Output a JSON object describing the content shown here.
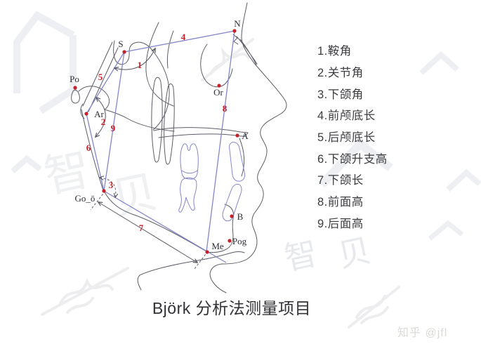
{
  "title": "Björk 分析法测量项目",
  "credit": "知乎 @jfl",
  "colors": {
    "landmark_red": "#c7202a",
    "tracing_blue": "#8486c8",
    "anatomy_gray": "#5c5c66",
    "legend_text": "#3c3c40",
    "title_text": "#323236",
    "watermark_gray": "#edeff3",
    "credit_gray": "#dcdad6"
  },
  "legend": {
    "items": [
      "1.鞍角",
      "2.关节角",
      "3.下颌角",
      "4.前颅底长",
      "5.后颅底长",
      "6.下颌升支高",
      "7.下颌长",
      "8.前面高",
      "9.后面高"
    ]
  },
  "diagram": {
    "landmarks": [
      {
        "label": "S"
      },
      {
        "label": "N"
      },
      {
        "label": "Po"
      },
      {
        "label": "Ar"
      },
      {
        "label": "Or"
      },
      {
        "label": "A"
      },
      {
        "label": "Go_ō"
      },
      {
        "label": "B"
      },
      {
        "label": "Pog"
      },
      {
        "label": "Me"
      }
    ],
    "measure_numbers": [
      "1",
      "2",
      "3",
      "4",
      "5",
      "6",
      "7",
      "8",
      "9"
    ],
    "watermark": {
      "brand_chars": [
        "智",
        "贝"
      ]
    }
  }
}
